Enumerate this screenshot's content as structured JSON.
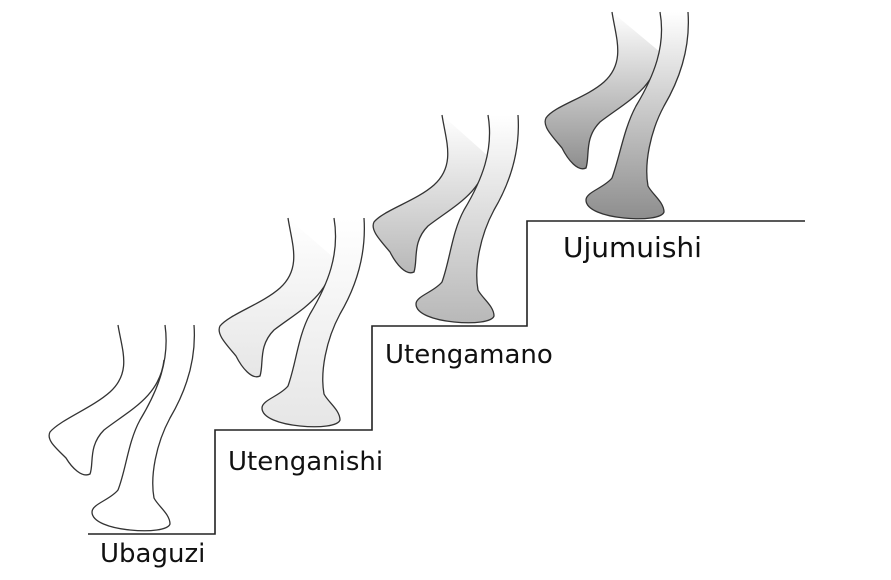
{
  "steps": [
    {
      "label": "Ubaguzi"
    },
    {
      "label": "Utenganishi"
    },
    {
      "label": "Utengamano"
    },
    {
      "label": "Ujumuishi"
    }
  ],
  "colors": {
    "stair_line": "#222222",
    "leg_outline": "#333333",
    "shade_level_0": "#ffffff",
    "shade_level_1": "#ececec",
    "shade_level_2": "#c2c2c2",
    "shade_level_3": "#9a9a9a"
  }
}
